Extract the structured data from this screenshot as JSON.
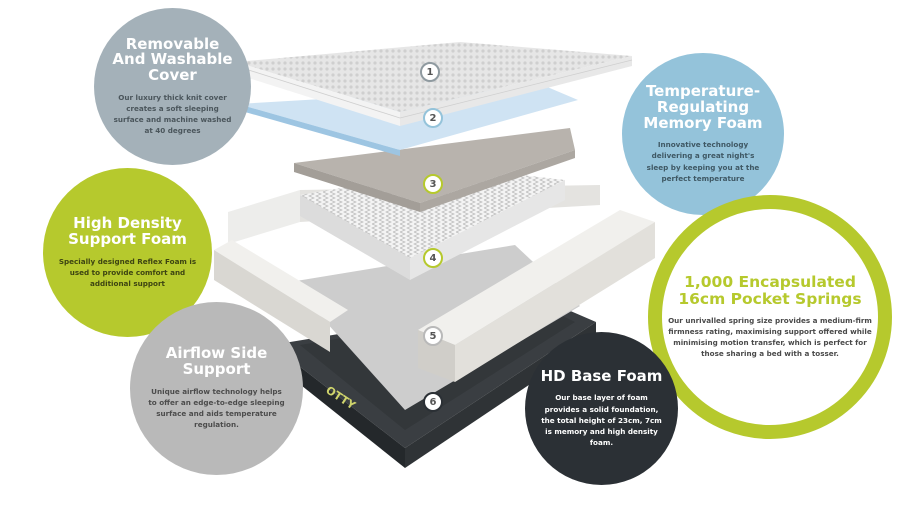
{
  "colors": {
    "lime": "#b6c92d",
    "grey_blue": "#a4b1b9",
    "sky_blue": "#94c3da",
    "light_grey": "#b9b9b9",
    "charcoal": "#2b3035",
    "cover_layer": "#e3e3e3",
    "memory_foam_layer": "#cfe3f3",
    "base_layer": "#3a3e42"
  },
  "brand": {
    "logo_text": "OTTY"
  },
  "features": {
    "cover": {
      "title": "Removable And Washable Cover",
      "description": "Our luxury thick knit cover creates a soft sleeping surface and machine washed at 40 degrees"
    },
    "temperature": {
      "title": "Temperature-Regulating Memory Foam",
      "description": "Innovative technology delivering a great night's sleep by keeping you at the perfect temperature"
    },
    "high_density": {
      "title": "High Density Support Foam",
      "description": "Specially designed Reflex Foam is used to provide comfort and additional support"
    },
    "airflow": {
      "title": "Airflow Side Support",
      "description": "Unique airflow technology helps to offer an edge-to-edge sleeping surface and aids temperature regulation."
    },
    "springs": {
      "title": "1,000 Encapsulated 16cm Pocket Springs",
      "description": "Our unrivalled spring size provides a medium-firm firmness rating, maximising support offered while minimising motion transfer, which is perfect for those sharing a bed with a tosser."
    },
    "hd_base": {
      "title": "HD Base Foam",
      "description": "Our base layer of foam provides a solid foundation, the total height of 23cm, 7cm is memory and high density foam."
    }
  },
  "layers": [
    {
      "number": "1",
      "ring": "#8f9aa0"
    },
    {
      "number": "2",
      "ring": "#94c3da"
    },
    {
      "number": "3",
      "ring": "#b6c92d"
    },
    {
      "number": "4",
      "ring": "#b6c92d"
    },
    {
      "number": "5",
      "ring": "#b9b9b9"
    },
    {
      "number": "6",
      "ring": "#2b3035"
    }
  ]
}
